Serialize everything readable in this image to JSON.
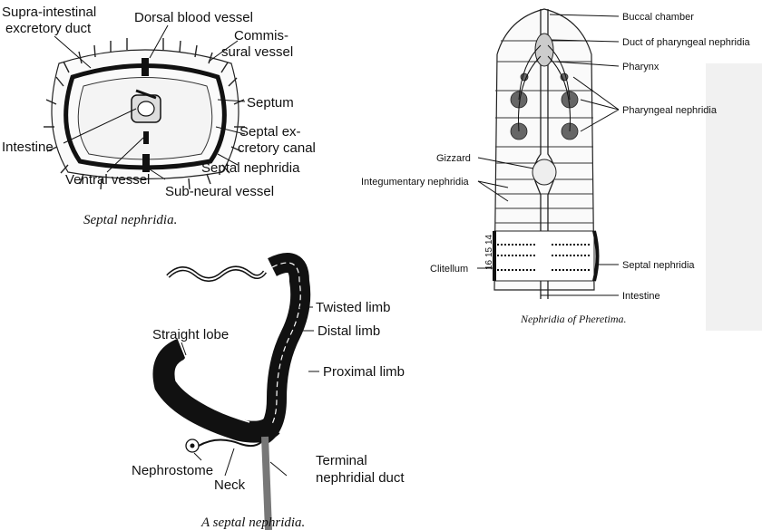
{
  "panels": {
    "cross_section": {
      "caption": "Septal nephridia.",
      "labels": {
        "supra_intestinal_line1": "Supra-intestinal",
        "supra_intestinal_line2": "excretory duct",
        "dorsal_blood_vessel": "Dorsal blood vessel",
        "commissural_line1": "Commis-",
        "commissural_line2": "sural vessel",
        "septum": "Septum",
        "septal_canal_line1": "Septal ex-",
        "septal_canal_line2": "cretory canal",
        "intestine": "Intestine",
        "septal_nephridia": "Septal nephridia",
        "ventral_vessel": "Ventral vessel",
        "sub_neural_vessel": "Sub-neural vessel"
      }
    },
    "pheretima": {
      "caption": "Nephridia of Pheretima.",
      "labels": {
        "buccal_chamber": "Buccal chamber",
        "duct_pharyngeal": "Duct of pharyngeal nephridia",
        "pharynx": "Pharynx",
        "pharyngeal_nephridia": "Pharyngeal nephridia",
        "gizzard": "Gizzard",
        "integumentary_nephridia": "Integumentary nephridia",
        "segment_14": "14",
        "segment_15": "15",
        "segment_16": "16",
        "clitellum": "Clitellum",
        "septal_nephridia": "Septal nephridia",
        "intestine": "Intestine"
      }
    },
    "septal_nephridium": {
      "caption": "A septal nephridia.",
      "labels": {
        "twisted_limb": "Twisted limb",
        "distal_limb": "Distal limb",
        "straight_lobe": "Straight lobe",
        "proximal_limb": "Proximal limb",
        "nephrostome": "Nephrostome",
        "neck": "Neck",
        "terminal_line1": "Terminal",
        "terminal_line2": "nephridial duct"
      }
    }
  }
}
